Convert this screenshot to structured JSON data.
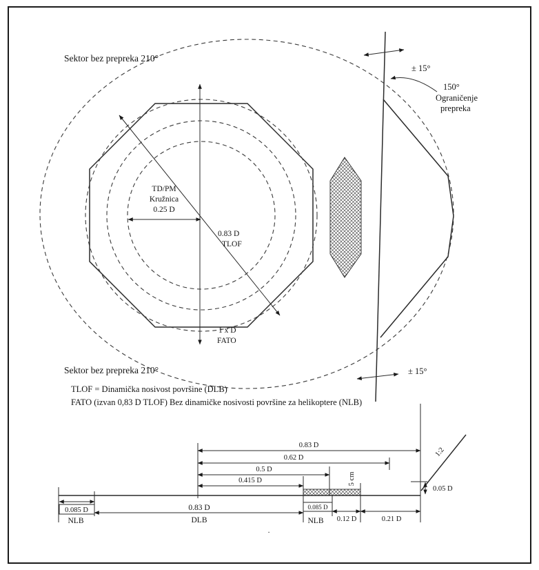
{
  "plan": {
    "sector_top": "Sektor bez prepreka 210°",
    "sector_bottom": "Sektor bez prepreka 210°",
    "pm_line1": "TD/PM",
    "pm_line2": "Kružnica",
    "pm_line3": "0.25 D",
    "tlof_line1": "0.83 D",
    "tlof_line2": "TLOF",
    "fato_line1": "1 x D",
    "fato_line2": "FATO",
    "pm15_top": "± 15°",
    "pm15_bottom": "± 15°",
    "deg150": "150°",
    "limit_line1": "Ograničenje",
    "limit_line2": "prepreka"
  },
  "legend": {
    "line1": "TLOF =  Dinamička nosivost površine (DLB)",
    "line2": "FATO (izvan 0,83 D  TLOF) Bez dinamičke nosivosti površine za helikoptere (NLB)"
  },
  "section": {
    "dim_083": "0.83 D",
    "dim_062": "0.62 D",
    "dim_05": "0.5 D",
    "dim_0415": "0.415 D",
    "height_5cm": "5 cm",
    "slope_ratio": "1:2",
    "dim_005": "0.05 D",
    "left_width": "0.085 D",
    "left_label": "NLB",
    "center_width": "0.83 D",
    "center_label": "DLB",
    "right_width": "0.085 D",
    "right_label": "NLB",
    "dim_012": "0.12 D",
    "dim_021": "0.21 D",
    "stray_dot": "."
  }
}
